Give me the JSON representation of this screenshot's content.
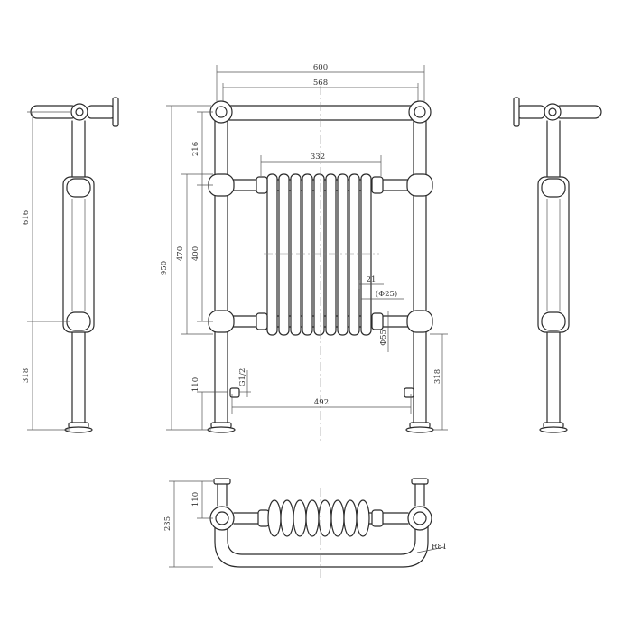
{
  "dimensions": {
    "overall_width": "600",
    "rail_width": "568",
    "radiator_width": "332",
    "pipe_spacing": "492",
    "overall_height": "950",
    "top_rail_offset": "216",
    "radiator_outer_height": "470",
    "radiator_inner_height": "400",
    "valve_height": "110",
    "valve_thread": "G1/2",
    "leg_height_side": "318",
    "leg_height_front": "318",
    "side_height": "616",
    "tube_dia_21": "21",
    "tube_dia_25": "(Φ25)",
    "tube_dia_55": "Φ55",
    "plan_depth": "235",
    "plan_offset": "110",
    "bend_radius": "R81"
  }
}
